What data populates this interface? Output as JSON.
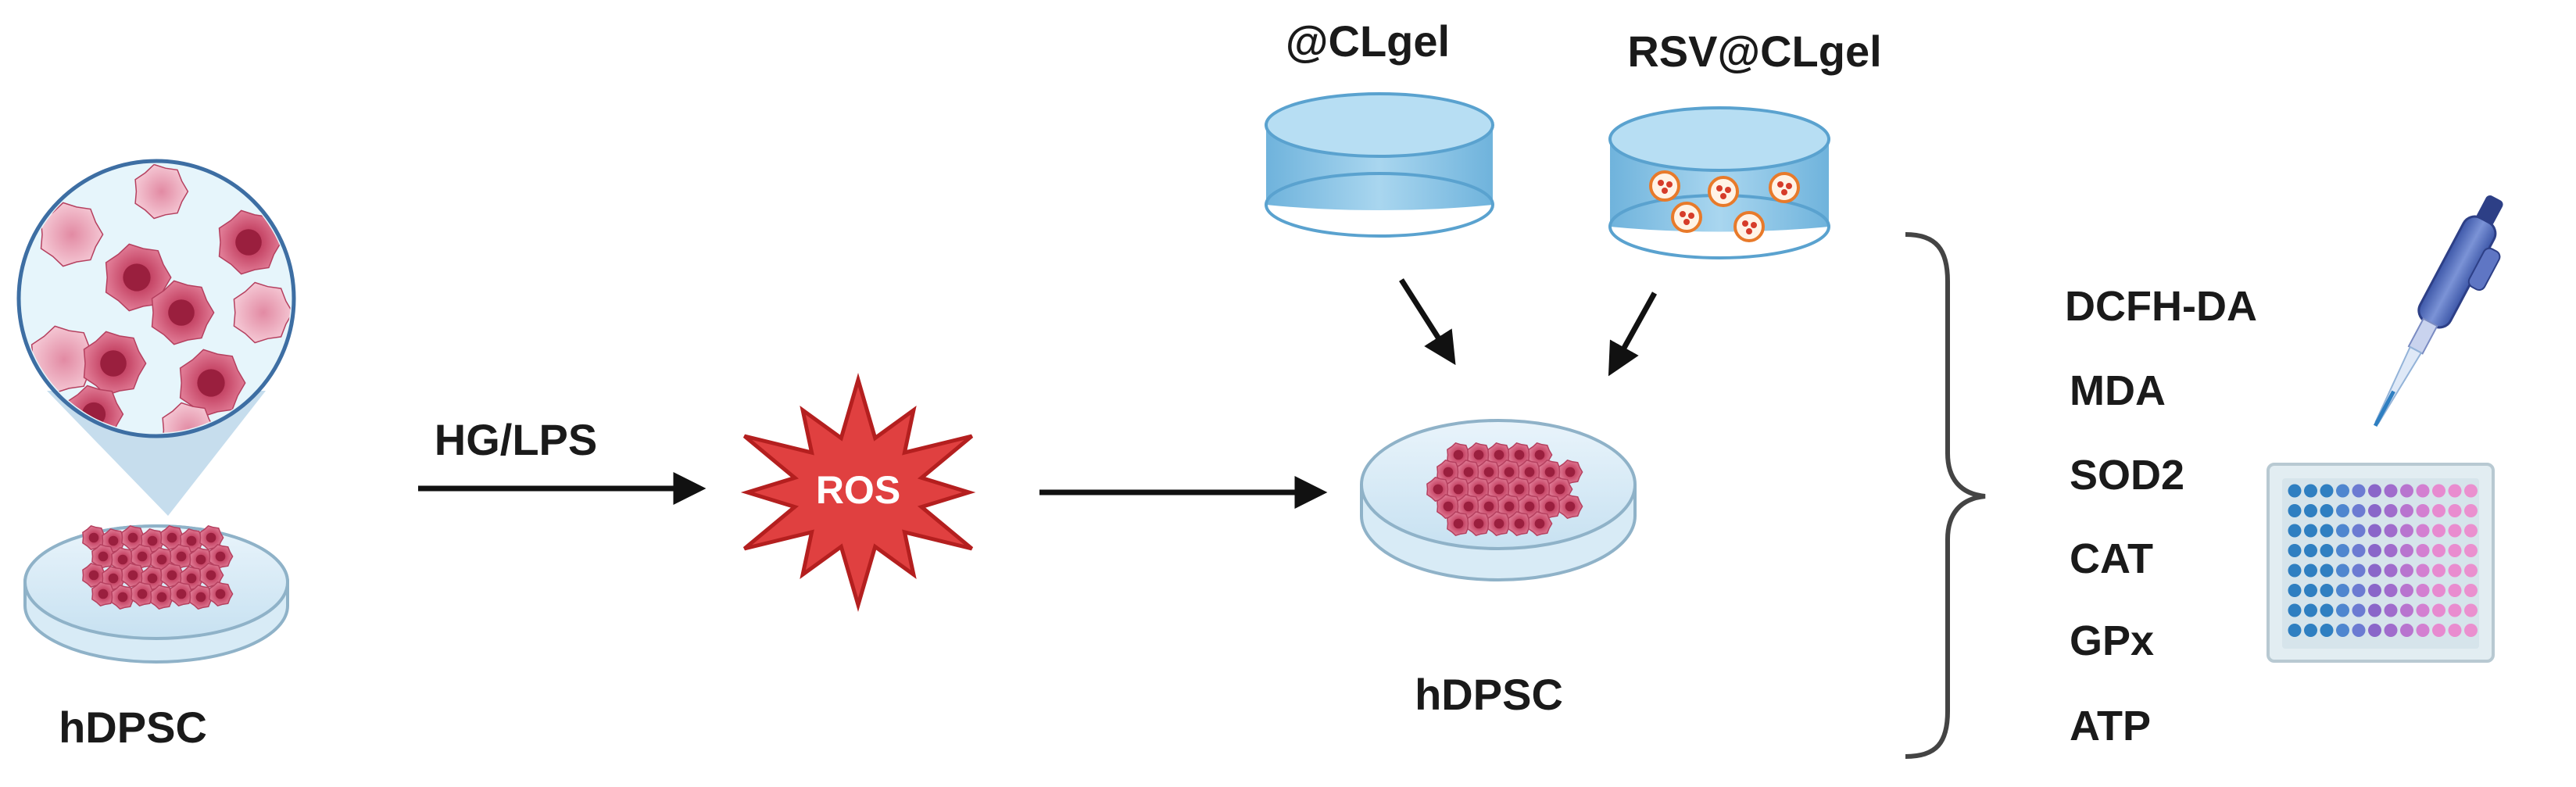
{
  "labels": {
    "left_cell": "hDPSC",
    "treatment": "HG/LPS",
    "ros": "ROS",
    "gel_empty": "@CLgel",
    "gel_rsv": "RSV@CLgel",
    "right_cell": "hDPSC"
  },
  "assays": [
    "DCFH-DA",
    "MDA",
    "SOD2",
    "CAT",
    "GPx",
    "ATP"
  ],
  "colors": {
    "cell_pink": "#c84a6a",
    "cell_light": "#e9a3b6",
    "dish_blue": "#cfe6f4",
    "gel_blue": "#8fc6e6",
    "ros_red": "#e04040",
    "arrow": "#111111",
    "well_blue": "#2f7fc1",
    "well_purple": "#8a66c9",
    "well_pink": "#e78ad0"
  },
  "icons": [
    "magnifier-lens-icon",
    "culture-dish-icon",
    "ros-burst-icon",
    "hydrogel-disc-icon",
    "pipette-icon",
    "well-plate-icon",
    "curly-brace-icon"
  ]
}
